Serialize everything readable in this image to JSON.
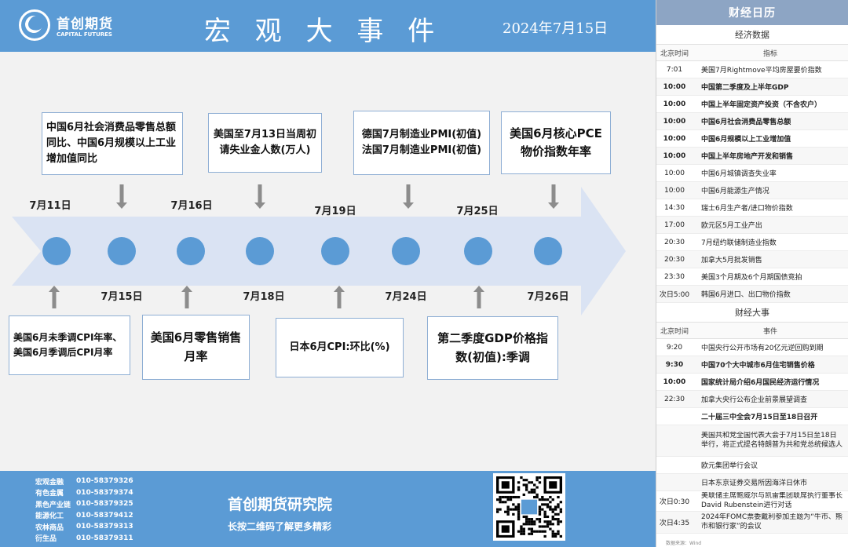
{
  "header": {
    "logo_cn": "首创期货",
    "logo_en": "CAPITAL FUTURES",
    "title": "宏 观 大 事 件",
    "date": "2024年7月15日"
  },
  "timeline": {
    "top_dates": [
      "7月11日",
      "7月16日",
      "7月19日",
      "7月25日"
    ],
    "bottom_dates": [
      "7月15日",
      "7月18日",
      "7月24日",
      "7月26日"
    ],
    "top_events": [
      "中国6月社会消费品零售总额同比、中国6月规模以上工业增加值同比",
      "美国至7月13日当周初请失业金人数(万人)",
      "德国7月制造业PMI(初值) 法国7月制造业PMI(初值)",
      "美国6月核心PCE物价指数年率"
    ],
    "bottom_events": [
      "美国6月未季调CPI年率、美国6月季调后CPI月率",
      "美国6月零售销售月率",
      "日本6月CPI:环比(%)",
      "第二季度GDP价格指数(初值):季调"
    ]
  },
  "footer": {
    "contacts": [
      {
        "name": "宏观金融",
        "phone": "010-58379326"
      },
      {
        "name": "有色金属",
        "phone": "010-58379374"
      },
      {
        "name": "黑色产业链",
        "phone": "010-58379325"
      },
      {
        "name": "能源化工",
        "phone": "010-58379412"
      },
      {
        "name": "农林商品",
        "phone": "010-58379313"
      },
      {
        "name": "衍生品",
        "phone": "010-58379311"
      }
    ],
    "org": "首创期货研究院",
    "tagline": "长按二维码了解更多精彩"
  },
  "calendar": {
    "title": "财经日历",
    "econ_section": "经济数据",
    "econ_head": {
      "time": "北京时间",
      "item": "指标"
    },
    "econ_rows": [
      {
        "time": "7:01",
        "text": "美国7月Rightmove平均房屋要价指数",
        "bold": false
      },
      {
        "time": "10:00",
        "text": "中国第二季度及上半年GDP",
        "bold": true
      },
      {
        "time": "10:00",
        "text": "中国上半年固定资产投资（不含农户）",
        "bold": true
      },
      {
        "time": "10:00",
        "text": "中国6月社会消费品零售总额",
        "bold": true
      },
      {
        "time": "10:00",
        "text": "中国6月规模以上工业增加值",
        "bold": true
      },
      {
        "time": "10:00",
        "text": "中国上半年房地产开发和销售",
        "bold": true
      },
      {
        "time": "10:00",
        "text": "中国6月城镇调查失业率",
        "bold": false
      },
      {
        "time": "10:00",
        "text": "中国6月能源生产情况",
        "bold": false
      },
      {
        "time": "14:30",
        "text": "瑞士6月生产者/进口物价指数",
        "bold": false
      },
      {
        "time": "17:00",
        "text": "欧元区5月工业产出",
        "bold": false
      },
      {
        "time": "20:30",
        "text": "7月纽约联储制造业指数",
        "bold": false
      },
      {
        "time": "20:30",
        "text": "加拿大5月批发销售",
        "bold": false
      },
      {
        "time": "23:30",
        "text": "美国3个月期及6个月期国债竞拍",
        "bold": false
      },
      {
        "time": "次日5:00",
        "text": "韩国6月进口、出口物价指数",
        "bold": false
      }
    ],
    "event_section": "财经大事",
    "event_head": {
      "time": "北京时间",
      "item": "事件"
    },
    "event_rows": [
      {
        "time": "9:20",
        "text": "中国央行公开市场有20亿元逆回购到期",
        "bold": false
      },
      {
        "time": "9:30",
        "text": "中国70个大中城市6月住宅销售价格",
        "bold": true
      },
      {
        "time": "10:00",
        "text": "国家统计局介绍6月国民经济运行情况",
        "bold": true
      },
      {
        "time": "22:30",
        "text": "加拿大央行公布企业前景展望调查",
        "bold": false
      },
      {
        "time": "",
        "text": "二十届三中全会7月15日至18日召开",
        "bold": true
      },
      {
        "time": "",
        "text": "美国共和党全国代表大会于7月15日至18日举行，将正式提名特朗普为共和党总统候选人",
        "bold": false
      },
      {
        "time": "",
        "text": "欧元集团举行会议",
        "bold": false
      },
      {
        "time": "",
        "text": "日本东京证券交易所因海洋日休市",
        "bold": false
      },
      {
        "time": "次日0:30",
        "text": "美联储主席鲍威尔与凯雷集团联席执行董事长David Rubenstein进行对话",
        "bold": false
      },
      {
        "time": "次日4:35",
        "text": "2024年FOMC票委戴利参加主题为“牛市、熊市和银行家”的会议",
        "bold": false
      }
    ],
    "source": "数据来源：Wind"
  }
}
